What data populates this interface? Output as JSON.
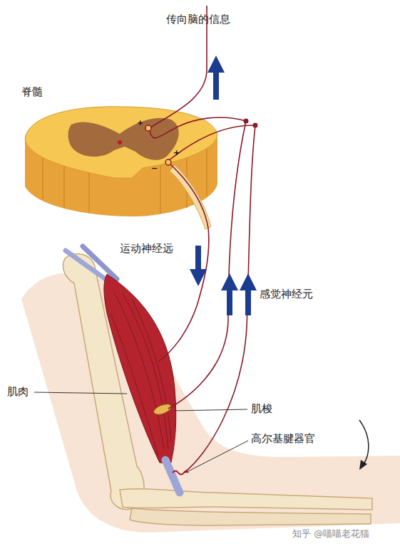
{
  "diagram": {
    "labels": [
      "传向脑的信息",
      "脊髓",
      "运动神经远",
      "感觉神经元",
      "肌肉",
      "肌梭",
      "高尔基腱器官",
      "+",
      "+",
      "−",
      "知乎 @喵喵老花猫"
    ]
  }
}
